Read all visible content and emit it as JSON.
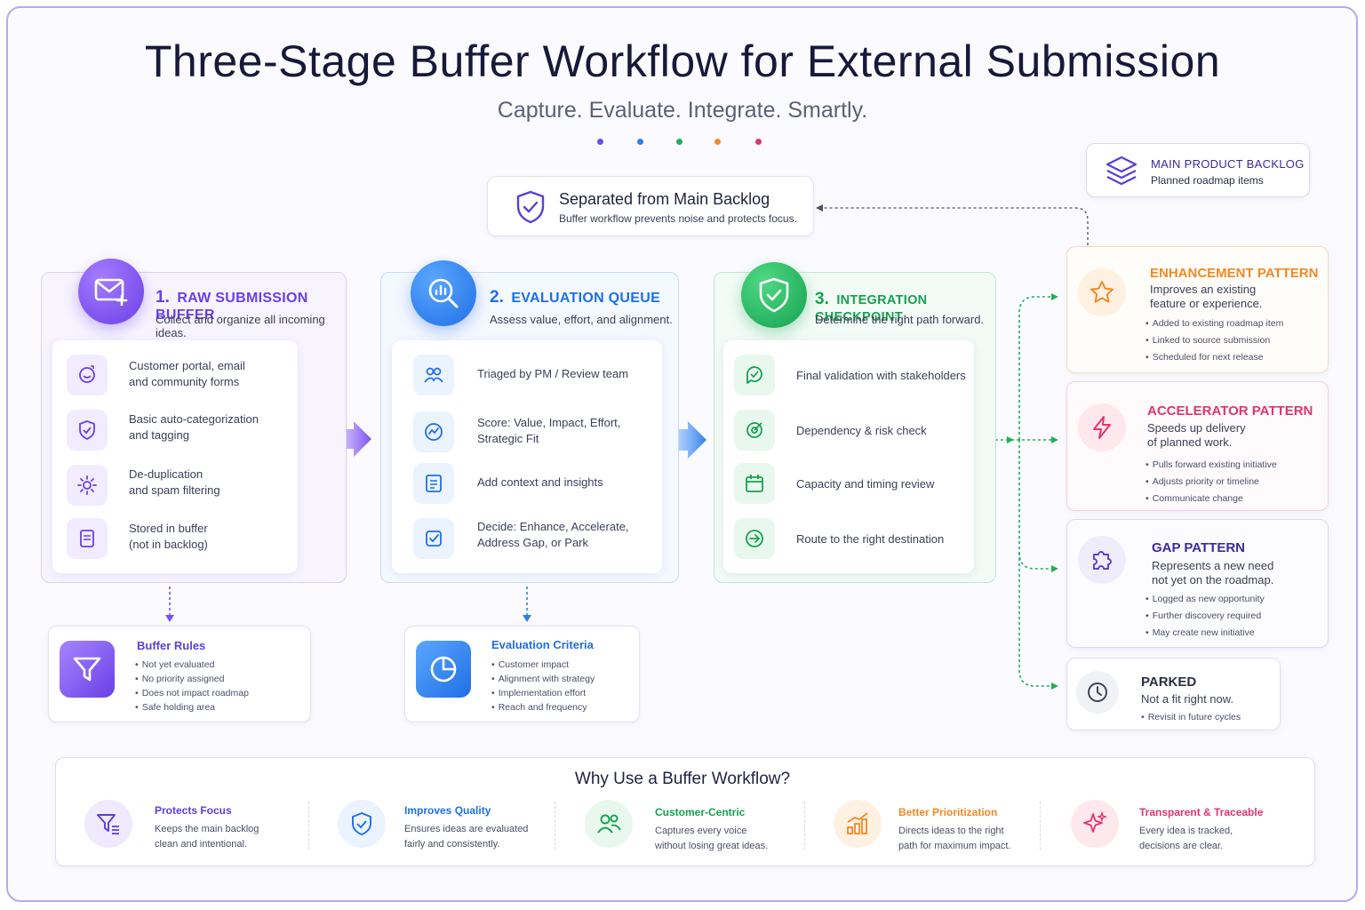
{
  "header": {
    "title": "Three-Stage Buffer Workflow for External Submission",
    "subtitle": "Capture. Evaluate. Integrate. Smartly."
  },
  "colors": {
    "purple": "#7b4ff0",
    "blue": "#2f7fee",
    "green": "#1fae5a",
    "orange": "#f08a24",
    "pink": "#e0356b",
    "dots": [
      "#6b4ef0",
      "#2f7fee",
      "#1fae5a",
      "#f08a24",
      "#e0356b"
    ]
  },
  "separated": {
    "title": "Separated from Main Backlog",
    "desc": "Buffer workflow prevents noise and protects focus."
  },
  "main_backlog": {
    "title": "MAIN PRODUCT BACKLOG",
    "desc": "Planned roadmap items"
  },
  "stages": [
    {
      "num": "1.",
      "title": "RAW SUBMISSION BUFFER",
      "desc": "Collect and organize all incoming ideas.",
      "items": [
        "Customer portal, email\nand community forms",
        "Basic auto-categorization\nand tagging",
        "De-duplication\nand spam filtering",
        "Stored in buffer\n(not in backlog)"
      ]
    },
    {
      "num": "2.",
      "title": "EVALUATION QUEUE",
      "desc": "Assess value, effort, and alignment.",
      "items": [
        "Triaged by PM / Review team",
        "Score: Value, Impact, Effort,\nStrategic Fit",
        "Add context and insights",
        "Decide: Enhance, Accelerate,\nAddress Gap, or Park"
      ]
    },
    {
      "num": "3.",
      "title": "INTEGRATION CHECKPOINT",
      "desc": "Determine the right path forward.",
      "items": [
        "Final validation with stakeholders",
        "Dependency & risk check",
        "Capacity and timing review",
        "Route to the right destination"
      ]
    }
  ],
  "buffer_rules": {
    "title": "Buffer Rules",
    "items": [
      "Not yet evaluated",
      "No priority assigned",
      "Does not impact roadmap",
      "Safe holding area"
    ]
  },
  "evaluation_criteria": {
    "title": "Evaluation Criteria",
    "items": [
      "Customer impact",
      "Alignment with strategy",
      "Implementation effort",
      "Reach and frequency"
    ]
  },
  "patterns": [
    {
      "title": "ENHANCEMENT PATTERN",
      "desc": "Improves an existing\nfeature or experience.",
      "bullets": [
        "Added to existing roadmap item",
        "Linked to source submission",
        "Scheduled for next release"
      ]
    },
    {
      "title": "ACCELERATOR PATTERN",
      "desc": "Speeds up delivery\nof planned work.",
      "bullets": [
        "Pulls forward existing initiative",
        "Adjusts priority or timeline",
        "Communicate change"
      ]
    },
    {
      "title": "GAP PATTERN",
      "desc": "Represents a new need\nnot yet on the roadmap.",
      "bullets": [
        "Logged as new opportunity",
        "Further discovery required",
        "May create new initiative"
      ]
    },
    {
      "title": "PARKED",
      "desc": "Not a fit right now.",
      "bullets": [
        "Revisit in future cycles"
      ]
    }
  ],
  "why": {
    "title": "Why Use a Buffer Workflow?",
    "benefits": [
      {
        "title": "Protects Focus",
        "desc": "Keeps the main backlog\nclean and intentional."
      },
      {
        "title": "Improves Quality",
        "desc": "Ensures ideas are evaluated\nfairly and consistently."
      },
      {
        "title": "Customer-Centric",
        "desc": "Captures every voice\nwithout losing great ideas."
      },
      {
        "title": "Better Prioritization",
        "desc": "Directs ideas to the right\npath for maximum impact."
      },
      {
        "title": "Transparent & Traceable",
        "desc": "Every idea is tracked,\ndecisions are clear."
      }
    ]
  }
}
